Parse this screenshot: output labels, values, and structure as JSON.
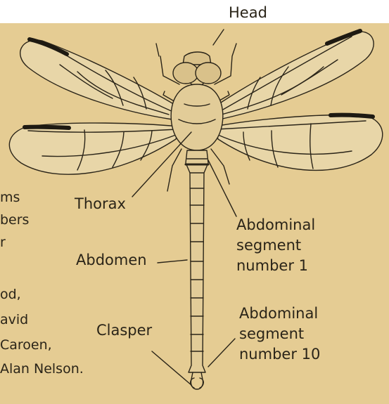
{
  "labels": {
    "head": "Head",
    "thorax": "Thorax",
    "abdomen": "Abdomen",
    "abdominal_segment_1": [
      "Abdominal",
      "segment",
      "number 1"
    ],
    "clasper": "Clasper",
    "abdominal_segment_10": [
      "Abdominal",
      "segment",
      "number 10"
    ]
  },
  "side_text": {
    "lines": [
      "ms",
      "bers",
      "r",
      "",
      "od,",
      "avid",
      "Caroen,",
      "Alan Nelson."
    ]
  },
  "colors": {
    "background": "#e5cc93",
    "line": "#2a2418",
    "wing_tip": "#1e1a12"
  }
}
